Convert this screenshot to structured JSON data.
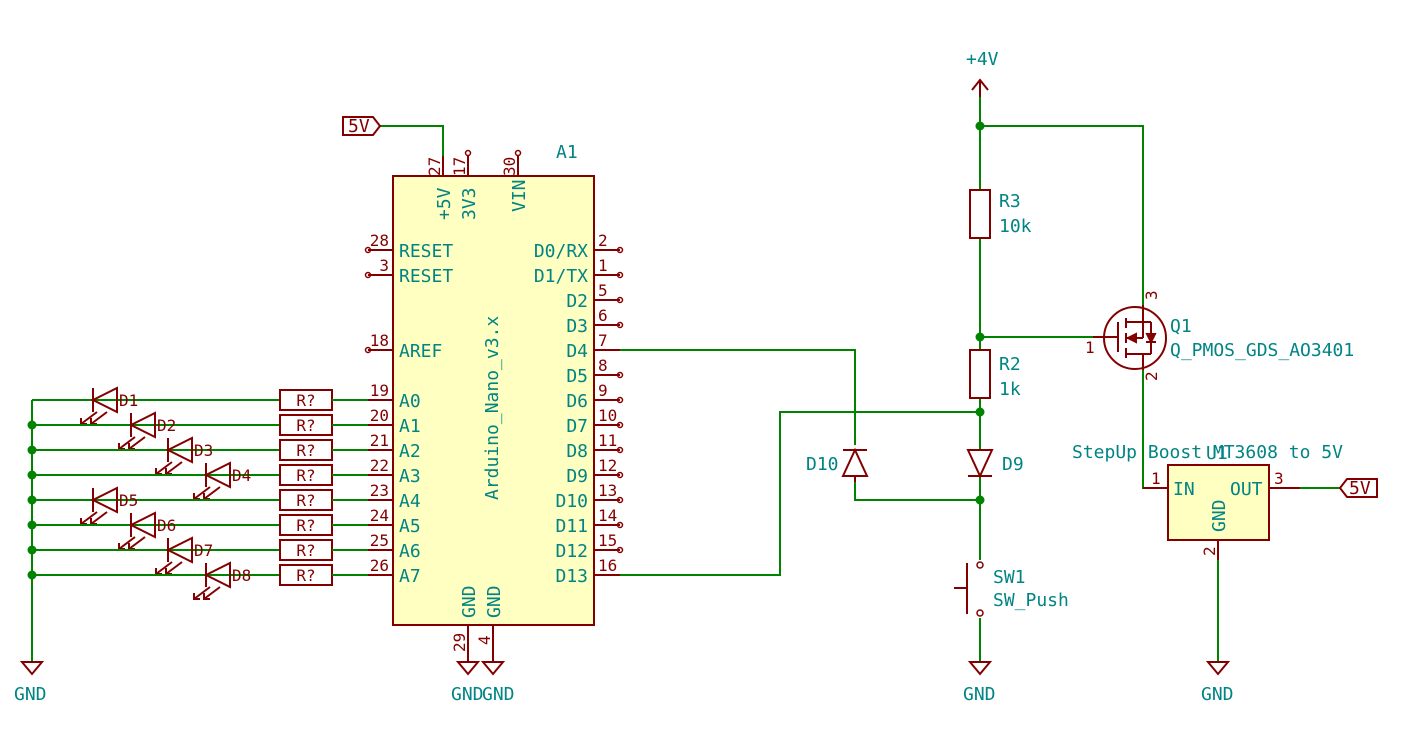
{
  "arduino": {
    "ref": "A1",
    "value": "Arduino_Nano_v3.x",
    "top_pins": [
      {
        "num": "27",
        "name": "+5V"
      },
      {
        "num": "17",
        "name": "3V3"
      },
      {
        "num": "30",
        "name": "VIN"
      }
    ],
    "bottom_pins": [
      {
        "num": "29",
        "name": "GND"
      },
      {
        "num": "4",
        "name": "GND"
      }
    ],
    "left_pins": [
      {
        "num": "28",
        "name": "RESET"
      },
      {
        "num": "3",
        "name": "RESET"
      },
      {
        "num": "18",
        "name": "AREF"
      },
      {
        "num": "19",
        "name": "A0"
      },
      {
        "num": "20",
        "name": "A1"
      },
      {
        "num": "21",
        "name": "A2"
      },
      {
        "num": "22",
        "name": "A3"
      },
      {
        "num": "23",
        "name": "A4"
      },
      {
        "num": "24",
        "name": "A5"
      },
      {
        "num": "25",
        "name": "A6"
      },
      {
        "num": "26",
        "name": "A7"
      }
    ],
    "right_pins": [
      {
        "num": "2",
        "name": "D0/RX"
      },
      {
        "num": "1",
        "name": "D1/TX"
      },
      {
        "num": "5",
        "name": "D2"
      },
      {
        "num": "6",
        "name": "D3"
      },
      {
        "num": "7",
        "name": "D4"
      },
      {
        "num": "8",
        "name": "D5"
      },
      {
        "num": "9",
        "name": "D6"
      },
      {
        "num": "10",
        "name": "D7"
      },
      {
        "num": "11",
        "name": "D8"
      },
      {
        "num": "12",
        "name": "D9"
      },
      {
        "num": "13",
        "name": "D10"
      },
      {
        "num": "14",
        "name": "D11"
      },
      {
        "num": "15",
        "name": "D12"
      },
      {
        "num": "16",
        "name": "D13"
      }
    ]
  },
  "leds": [
    "D1",
    "D2",
    "D3",
    "D4",
    "D5",
    "D6",
    "D7",
    "D8"
  ],
  "led_resistors": [
    "R?",
    "R?",
    "R?",
    "R?",
    "R?",
    "R?",
    "R?",
    "R?"
  ],
  "labels": {
    "five_v_left": "5V",
    "five_v_right": "5V",
    "plus4v": "+4V",
    "gnd_left": "GND",
    "gnd_a1_29": "GND",
    "gnd_a1_4": "GND",
    "gnd_sw": "GND",
    "gnd_u1": "GND"
  },
  "r3": {
    "ref": "R3",
    "value": "10k"
  },
  "r2": {
    "ref": "R2",
    "value": "1k"
  },
  "d9": {
    "ref": "D9"
  },
  "d10": {
    "ref": "D10"
  },
  "sw1": {
    "ref": "SW1",
    "value": "SW_Push"
  },
  "q1": {
    "ref": "Q1",
    "value": "Q_PMOS_GDS_AO3401",
    "pin_g": "1",
    "pin_s": "3",
    "pin_d": "2"
  },
  "u1": {
    "ref": "U1",
    "value": "StepUp Boost MT3608 to 5V",
    "pin_in_num": "1",
    "pin_in_name": "IN",
    "pin_out_num": "3",
    "pin_out_name": "OUT",
    "pin_gnd_num": "2",
    "pin_gnd_name": "GND"
  },
  "colors": {
    "wire": "#008400",
    "component": "#840000",
    "body_fill": "#ffffc2",
    "text": "#008484"
  }
}
